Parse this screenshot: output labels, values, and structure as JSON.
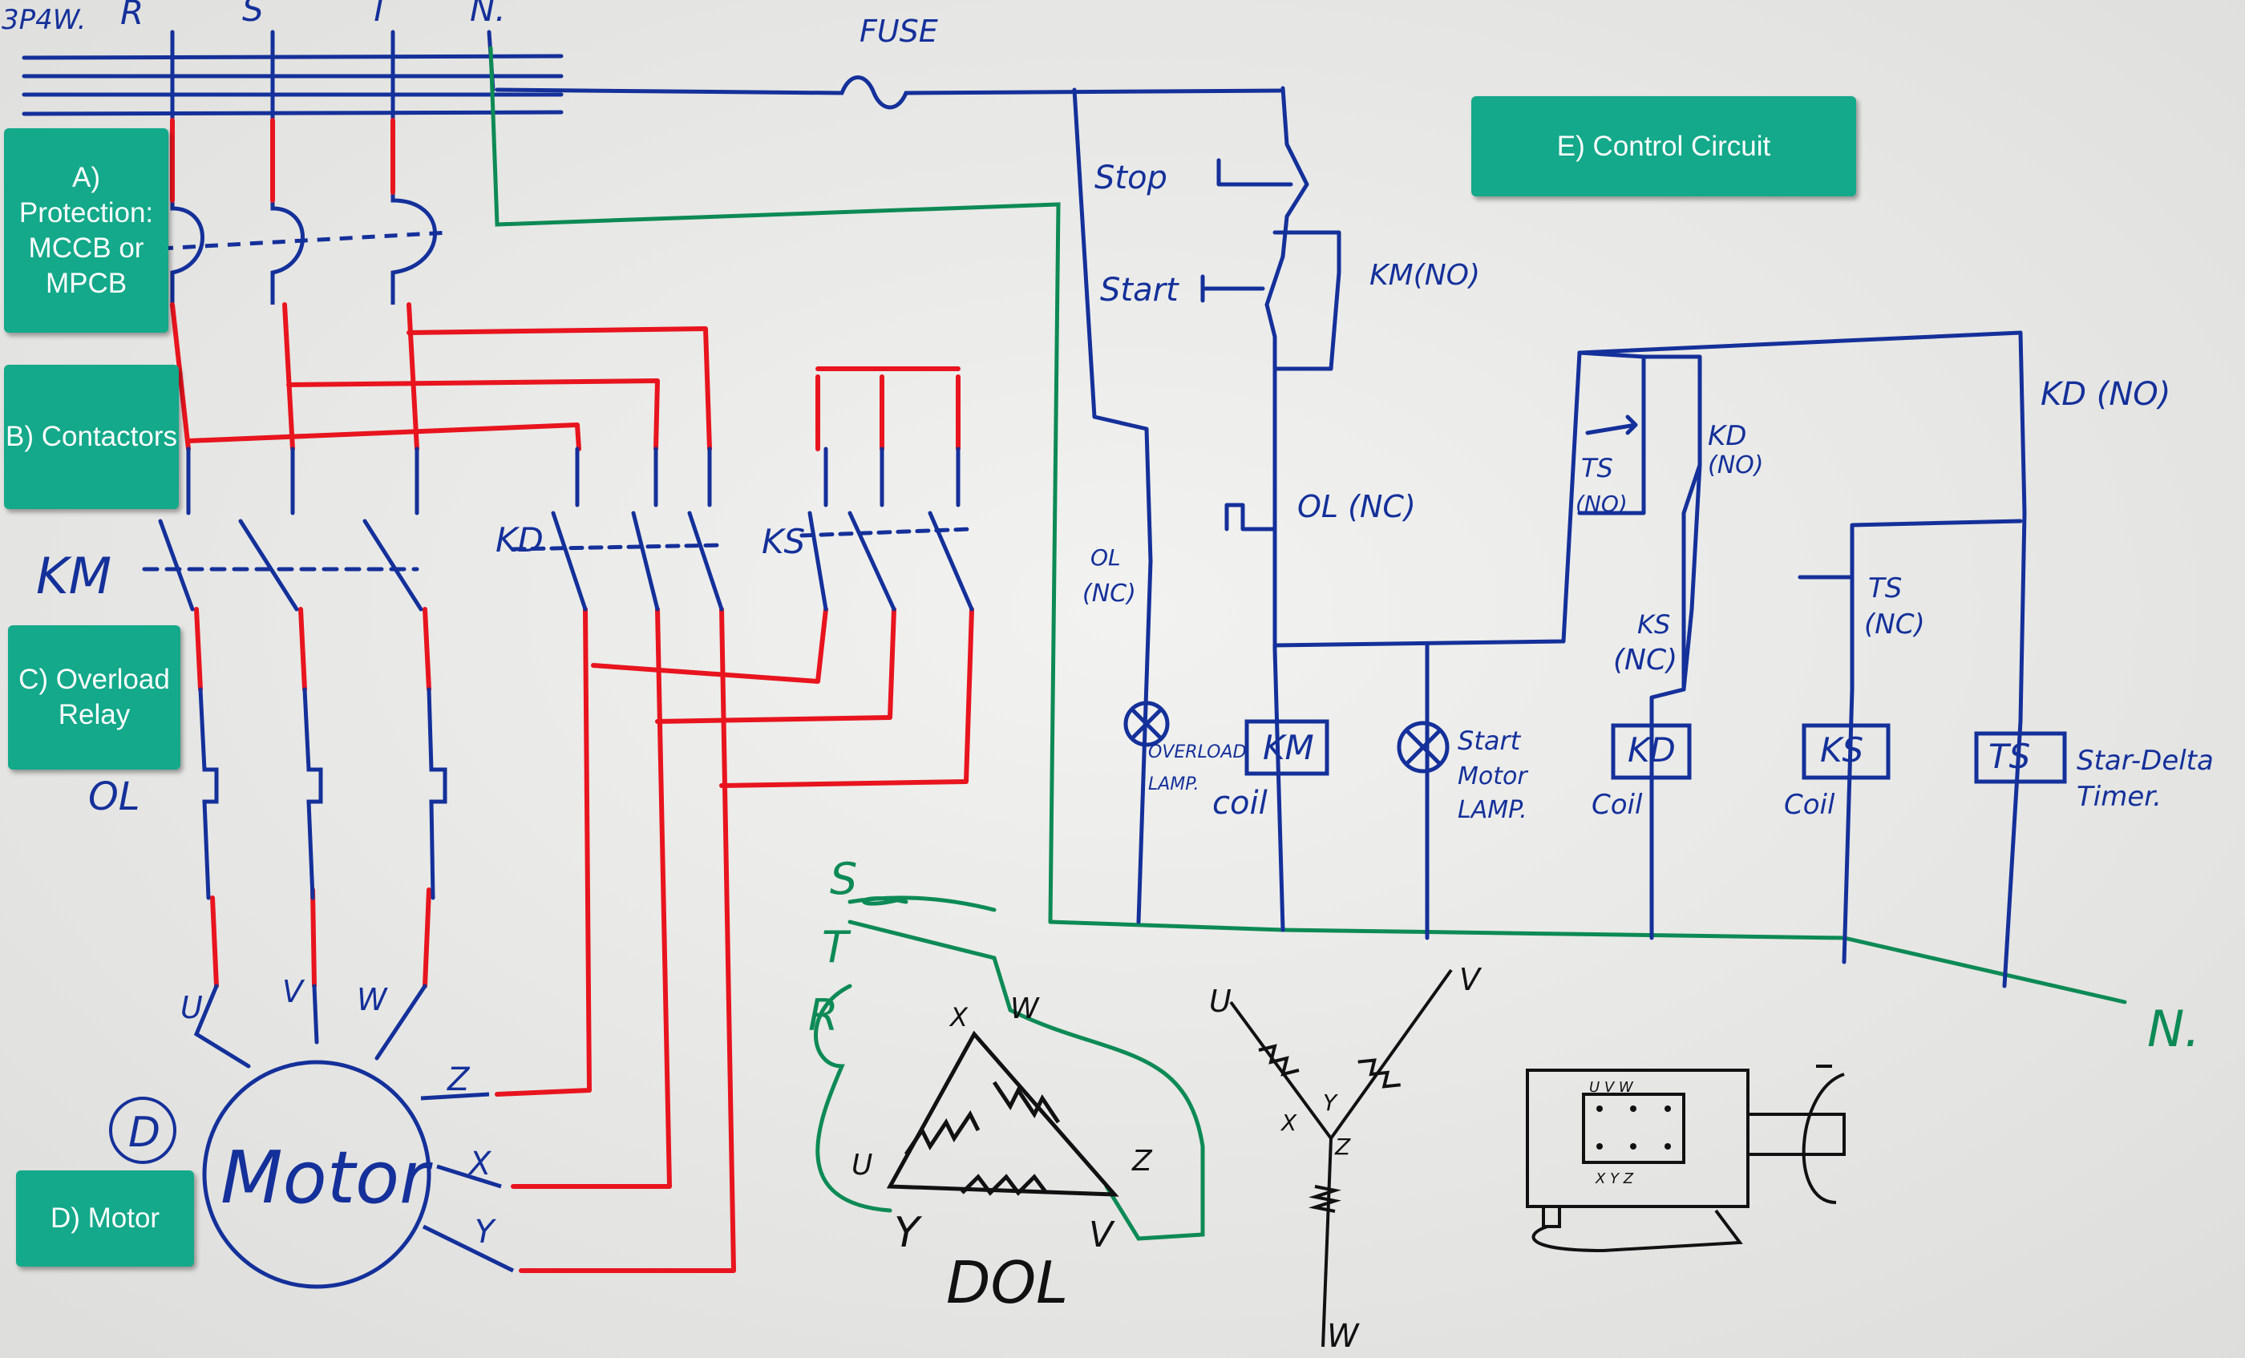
{
  "callouts": {
    "protection": "A) Protection: MCCB or MPCB",
    "contactors": "B) Contactors",
    "overload": "C) Overload Relay",
    "motor": "D) Motor",
    "control": "E) Control Circuit"
  },
  "supply": {
    "system": "3P4W.",
    "r": "R",
    "s": "S",
    "t": "T",
    "n": "N.",
    "fuse": "FUSE"
  },
  "power": {
    "km": "KM",
    "kd": "KD",
    "ks": "KS",
    "ol": "OL",
    "u": "U",
    "v": "V",
    "w": "W",
    "z": "Z",
    "x": "X",
    "y": "Y",
    "motor": "Motor",
    "d_circle": "D"
  },
  "control": {
    "stop": "Stop",
    "start": "Start",
    "km_no": "KM(NO)",
    "ol_nc": "OL (NC)",
    "ol_side1": "OL",
    "ol_side2": "(NC)",
    "overload_lamp1": "OVERLOAD",
    "overload_lamp2": "LAMP.",
    "km_coil": "KM",
    "coil": "coil",
    "start_lamp1": "Start",
    "start_lamp2": "Motor",
    "start_lamp3": "LAMP.",
    "ts_no1": "TS",
    "ts_no2": "(NO)",
    "kd_no_small1": "KD",
    "kd_no_small2": "(NO)",
    "kd_no_big": "KD (NO)",
    "ks_nc1": "KS",
    "ks_nc2": "(NC)",
    "ts_nc1": "TS",
    "ts_nc2": "(NC)",
    "kd_coil": "KD",
    "coil_kd": "Coil",
    "ks_coil": "KS",
    "coil_ks": "Coil",
    "ts_coil": "TS",
    "timer1": "Star-Delta",
    "timer2": "Timer.",
    "neutral": "N."
  },
  "dol": {
    "s": "S",
    "t": "T",
    "r": "R",
    "x": "X",
    "w": "W",
    "u": "U",
    "z": "Z",
    "y": "Y",
    "v": "V",
    "label": "DOL"
  },
  "star": {
    "u": "U",
    "v": "V",
    "x": "X",
    "y": "Y",
    "z": "Z",
    "w": "W"
  },
  "terminal": {
    "top": "U V W",
    "bottom": "X Y Z"
  },
  "colors": {
    "blue": "#14309a",
    "red": "#e8141e",
    "green": "#0d8a55",
    "teal": "#13a98a"
  }
}
